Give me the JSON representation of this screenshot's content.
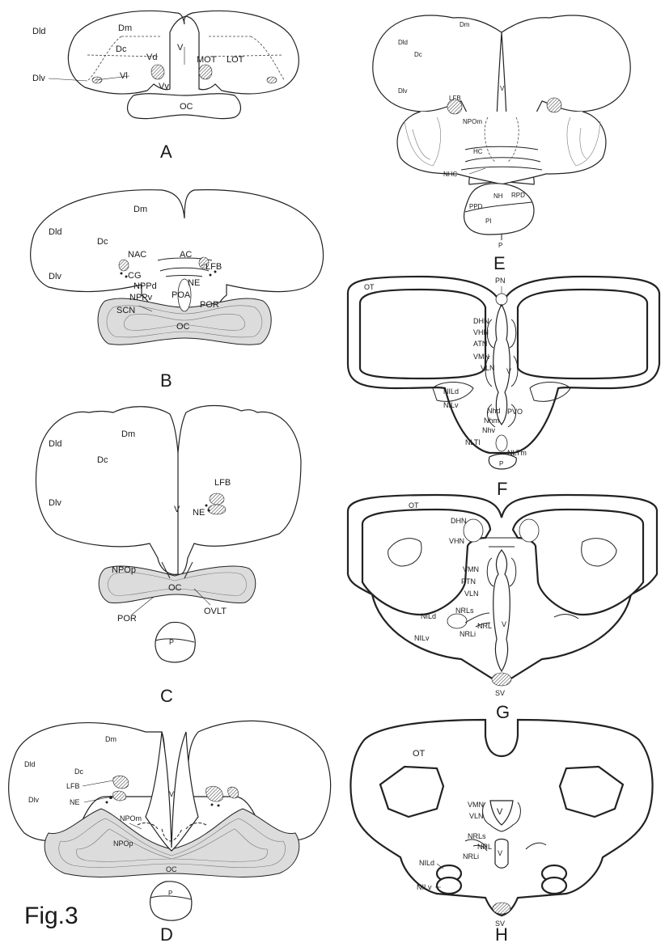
{
  "figure_label": "Fig.3",
  "panels": {
    "A": {
      "letter": "A",
      "labels": [
        "Dld",
        "Dm",
        "Dc",
        "Vd",
        "V",
        "MOT",
        "LOT",
        "Dlv",
        "Vl",
        "Vv",
        "OC"
      ]
    },
    "B": {
      "letter": "B",
      "labels": [
        "Dm",
        "Dld",
        "Dc",
        "NAC",
        "AC",
        "LFB",
        "Dlv",
        "CG",
        "NE",
        "NPPd",
        "NPPv",
        "POA",
        "SCN",
        "POR",
        "OC"
      ]
    },
    "C": {
      "letter": "C",
      "labels": [
        "Dld",
        "Dm",
        "Dc",
        "LFB",
        "Dlv",
        "V",
        "NE",
        "NPOp",
        "OC",
        "POR",
        "OVLT",
        "P"
      ]
    },
    "D": {
      "letter": "D",
      "labels": [
        "Dm",
        "Dld",
        "Dc",
        "Dlv",
        "LFB",
        "NE",
        "V",
        "NPOm",
        "NPOp",
        "OC",
        "P"
      ]
    },
    "E": {
      "letter": "E",
      "labels": [
        "Dm",
        "Dld",
        "Dc",
        "Dlv",
        "V",
        "LFB",
        "NPOm",
        "HC",
        "NHC",
        "NH",
        "RPD",
        "PPD",
        "PI",
        "P"
      ]
    },
    "F": {
      "letter": "F",
      "labels": [
        "OT",
        "PN",
        "DHN",
        "VHN",
        "ATN",
        "VMN",
        "V",
        "VLN",
        "NILd",
        "NILv",
        "Nhd",
        "PVO",
        "Nhm",
        "Nhv",
        "NLTl",
        "NLTm",
        "P"
      ]
    },
    "G": {
      "letter": "G",
      "labels": [
        "OT",
        "DHN",
        "VHN",
        "VMN",
        "PTN",
        "VLN",
        "NILd",
        "NRLs",
        "NRL",
        "NRLi",
        "V",
        "NILv",
        "SV"
      ]
    },
    "H": {
      "letter": "H",
      "labels": [
        "OT",
        "VMN",
        "V",
        "VLN",
        "NRLs",
        "NRL",
        "NILd",
        "NRLi",
        "V",
        "NILv",
        "SV"
      ]
    }
  }
}
